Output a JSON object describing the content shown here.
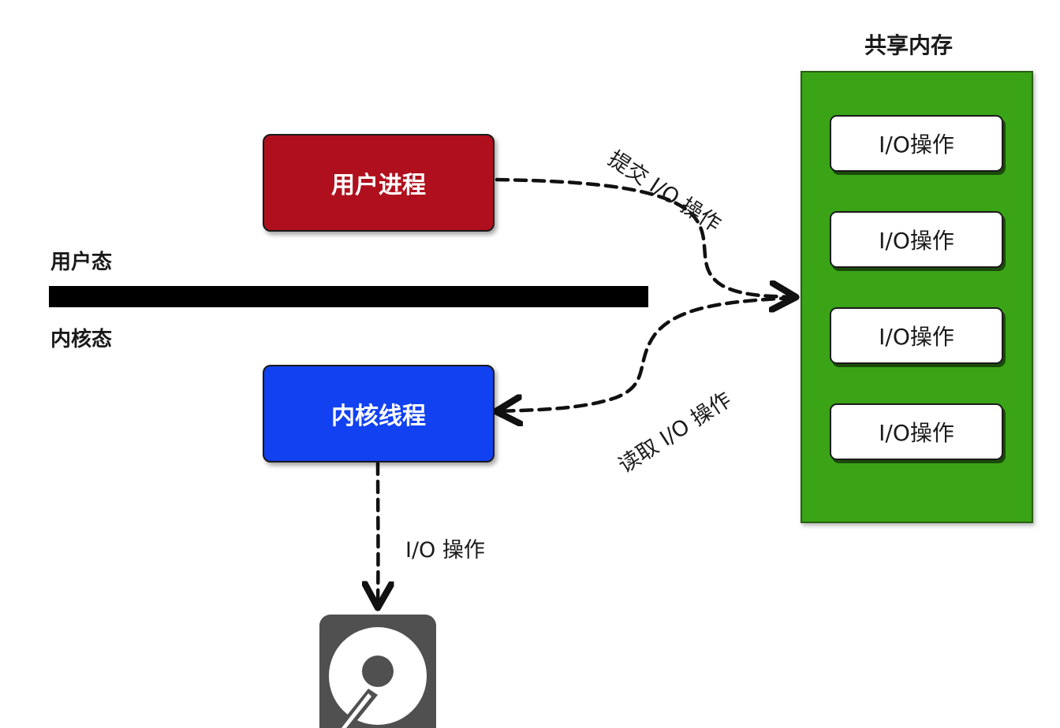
{
  "diagram": {
    "user_process": "用户进程",
    "kernel_thread": "内核线程",
    "user_mode": "用户态",
    "kernel_mode": "内核态",
    "shared_memory": {
      "title": "共享内存",
      "items": [
        "I/O操作",
        "I/O操作",
        "I/O操作",
        "I/O操作"
      ]
    },
    "edges": {
      "submit": "提交 I/O 操作",
      "read": "读取 I/O 操作",
      "disk_io": "I/O 操作"
    },
    "colors": {
      "user_process": "#b0101d",
      "kernel_thread": "#1141f0",
      "shared_memory": "#3aa416",
      "disk": "#505050"
    },
    "icons": {
      "disk": "hard-disk-icon"
    }
  }
}
